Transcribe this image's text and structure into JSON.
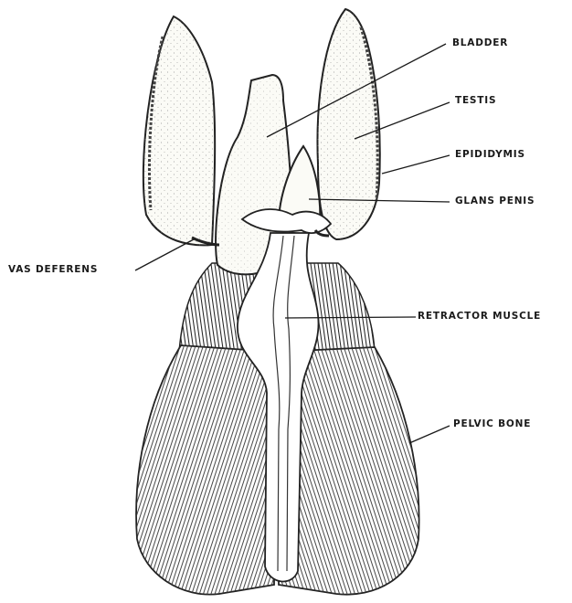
{
  "labels": {
    "bladder": "BLADDER",
    "testis": "TESTIS",
    "epididymis": "EPIDIDYMIS",
    "glans_penis": "GLANS PENIS",
    "vas_deferens": "VAS DEFERENS",
    "retractor_muscle": "RETRACTOR MUSCLE",
    "pelvic_bone": "PELVIC BONE"
  },
  "colors": {
    "ink": "#1a1a1a",
    "paper": "#ffffff",
    "fill": "#fbfbf6"
  }
}
